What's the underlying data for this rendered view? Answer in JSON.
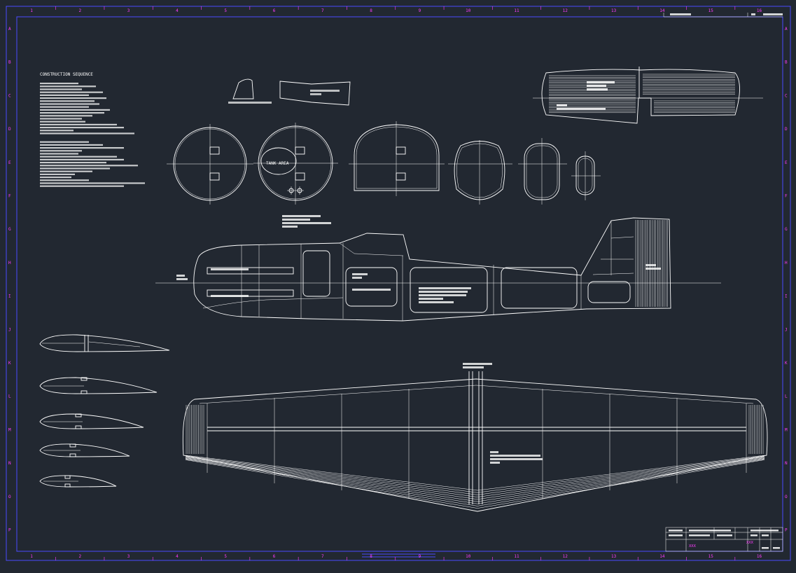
{
  "sheet": {
    "columns": [
      "1",
      "2",
      "3",
      "4",
      "5",
      "6",
      "7",
      "8",
      "9",
      "10",
      "11",
      "12",
      "13",
      "14",
      "15",
      "16"
    ],
    "rows": [
      "A",
      "B",
      "C",
      "D",
      "E",
      "F",
      "G",
      "H",
      "I",
      "J",
      "K",
      "L",
      "M",
      "N",
      "O",
      "P"
    ]
  },
  "notes": {
    "title": "CONSTRUCTION SEQUENCE",
    "tank_area": "TANK AREA"
  },
  "title_block": {
    "placeholder_a": "XXX",
    "placeholder_b": "XXX"
  },
  "colors": {
    "background": "#222831",
    "lines": "#ffffff",
    "frame": "#4a4aff",
    "labels": "#ff3cff"
  }
}
